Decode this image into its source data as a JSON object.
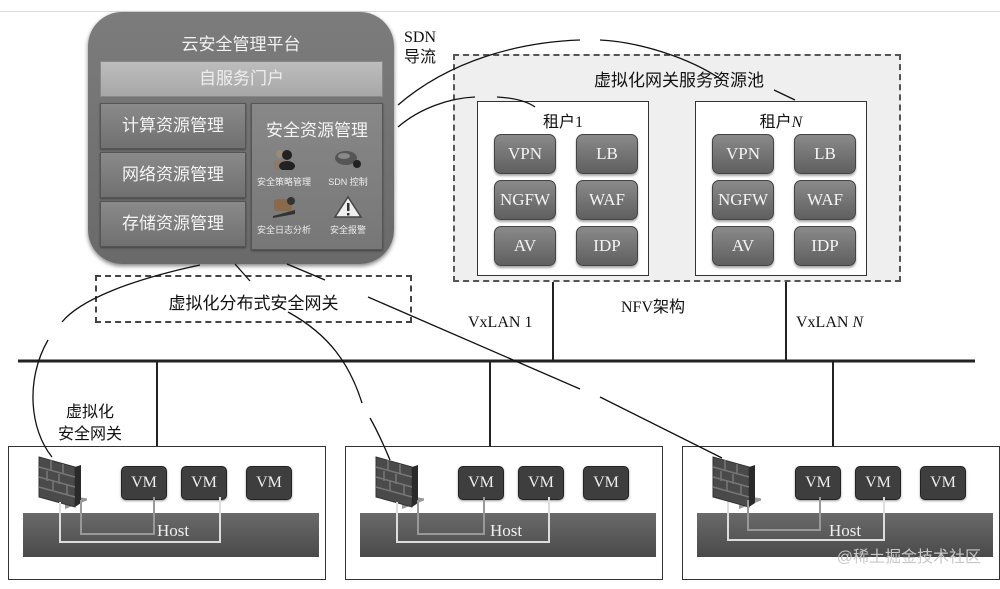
{
  "platform": {
    "title": "云安全管理平台",
    "portal": "自服务门户",
    "resources": [
      "计算资源管理",
      "网络资源管理",
      "存储资源管理"
    ],
    "security": {
      "title": "安全资源管理",
      "items": [
        {
          "label": "安全策略管理",
          "icon": "users-icon"
        },
        {
          "label": "SDN 控制",
          "icon": "cloud-control-icon"
        },
        {
          "label": "安全日志分析",
          "icon": "log-analysis-icon"
        },
        {
          "label": "安全报警",
          "icon": "warning-icon"
        }
      ]
    }
  },
  "sdn": {
    "line1": "SDN",
    "line2": "导流"
  },
  "pool": {
    "title": "虚拟化网关服务资源池",
    "tenants": [
      {
        "prefix": "租户",
        "suffix": "1",
        "italic": false,
        "services": [
          "VPN",
          "LB",
          "NGFW",
          "WAF",
          "AV",
          "IDP"
        ]
      },
      {
        "prefix": "租户",
        "suffix": "N",
        "italic": true,
        "services": [
          "VPN",
          "LB",
          "NGFW",
          "WAF",
          "AV",
          "IDP"
        ]
      }
    ]
  },
  "dgw": {
    "label": "虚拟化分布式安全网关"
  },
  "nfv": {
    "label": "NFV架构"
  },
  "vxlan": [
    {
      "prefix": "VxLAN ",
      "suffix": "1"
    },
    {
      "prefix": "VxLAN ",
      "suffix": "N"
    }
  ],
  "vgw": {
    "line1": "虚拟化",
    "line2": "安全网关"
  },
  "hosts": [
    {
      "label": "Host",
      "vms": [
        "VM",
        "VM",
        "VM"
      ]
    },
    {
      "label": "Host",
      "vms": [
        "VM",
        "VM",
        "VM"
      ]
    },
    {
      "label": "Host",
      "vms": [
        "VM",
        "VM",
        "VM"
      ]
    }
  ],
  "watermark": "@稀土掘金技术社区",
  "colors": {
    "panel": "#707070",
    "pool_bg": "#efefef",
    "service": "#6e6e6e",
    "vm": "#3e3e3e"
  }
}
